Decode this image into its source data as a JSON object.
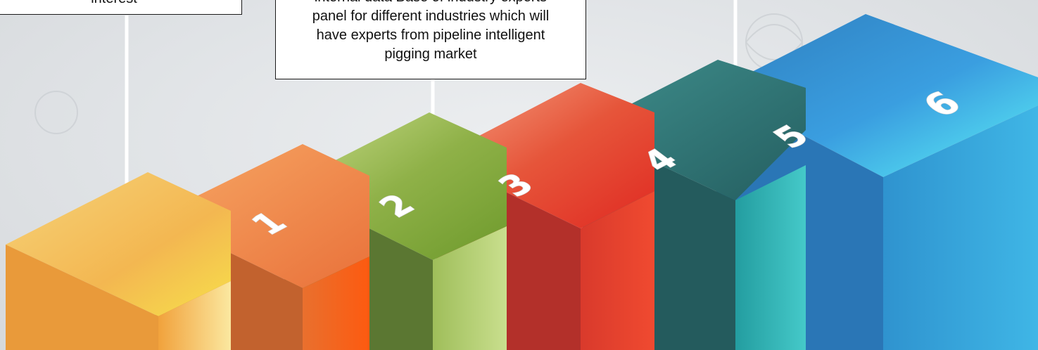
{
  "steps": [
    {
      "number": "1",
      "top": "#f6c66a",
      "front": "#f2b24a",
      "side": "#c46a1e"
    },
    {
      "number": "2",
      "top": "#f28a48",
      "front": "#e5672a",
      "side": "#b4532a"
    },
    {
      "number": "3",
      "top": "#93b548",
      "front": "#a7c563",
      "side": "#5b7a2e"
    },
    {
      "number": "4",
      "top": "#e24a34",
      "front": "#e23a2a",
      "side": "#b12f26"
    },
    {
      "number": "5",
      "top": "#2e7474",
      "front": "#2ba5a8",
      "side": "#255e60"
    },
    {
      "number": "6",
      "top": "#2f86c6",
      "front": "#3aa6dc",
      "side": "#2a6fa8"
    }
  ],
  "callouts": {
    "step1": {
      "lines": [
        "interest"
      ]
    },
    "step3": {
      "lines": [
        "internal data Base of industry experts",
        "panel for different industries which will",
        "have experts from pipeline intelligent",
        "pigging market"
      ]
    }
  }
}
